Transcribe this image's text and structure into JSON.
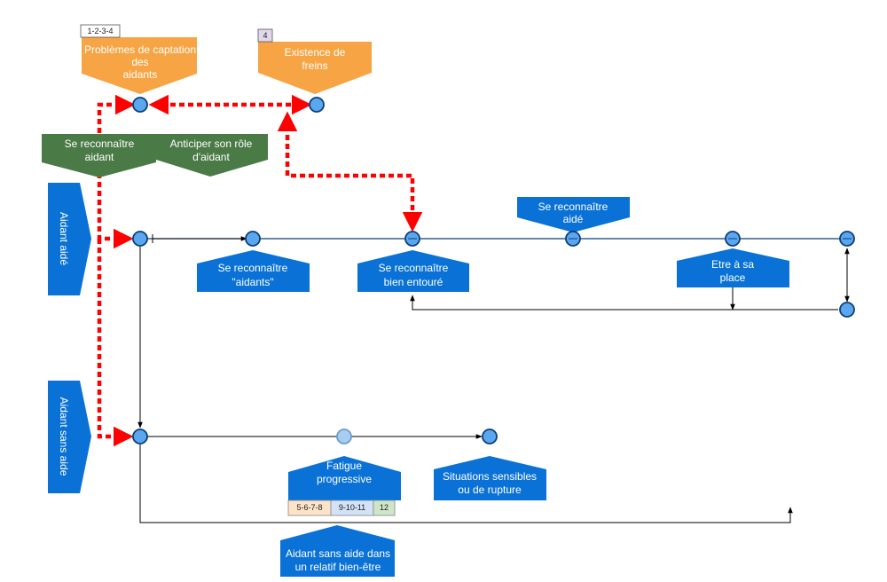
{
  "tags": {
    "t1": "1-2-3-4",
    "t2": "4",
    "fatigue_a": "5-6-7-8",
    "fatigue_b": "9-10-11",
    "fatigue_c": "12"
  },
  "shapes": {
    "problemes": [
      "Problèmes de captation",
      "des",
      "aidants"
    ],
    "freins": [
      "Existence de",
      "freins"
    ],
    "reconnaitre_aidant": [
      "Se reconnaître",
      "aidant"
    ],
    "anticiper": [
      "Anticiper son rôle",
      "d'aidant"
    ],
    "aidant_aide": "Aidant aidé",
    "aidant_sans_aide": "Aidant sans aide",
    "reconnaitre_aide": [
      "Se reconnaître",
      "aidé"
    ],
    "reconnaitre_aidants": [
      "Se reconnaître",
      "\"aidants\""
    ],
    "bien_entoure": [
      "Se reconnaître",
      "bien entouré"
    ],
    "etre_place": [
      "Etre à sa",
      "place"
    ],
    "fatigue": [
      "Fatigue",
      "progressive"
    ],
    "situations": [
      "Situations sensibles",
      "ou de rupture"
    ],
    "bien_etre": [
      "Aidant sans aide dans",
      "un relatif bien-être"
    ]
  },
  "colors": {
    "orange": "#f7a444",
    "green": "#4a7a45",
    "blue": "#0a72d6",
    "red_dashed": "#ff0000",
    "node_fill": "#5aa7f0",
    "node_stroke": "#0b3f78",
    "tag_orange": "#fde3c8",
    "tag_blue": "#d3e2f7",
    "tag_green": "#cfe5c8",
    "tag_purple": "#e2d8ee"
  }
}
